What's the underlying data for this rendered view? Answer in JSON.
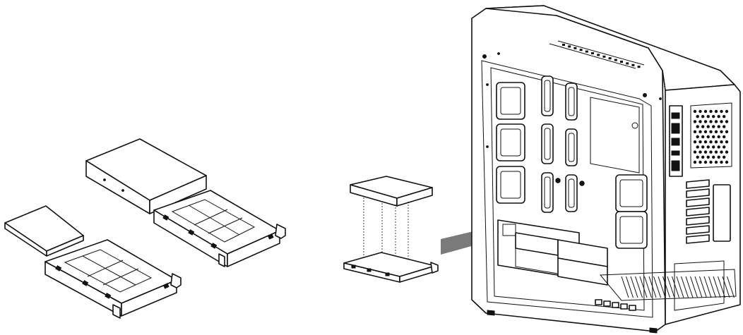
{
  "figure": {
    "panels": [
      "drives-and-trays",
      "drive-mounting",
      "case-installation"
    ],
    "arrow_color": "#7a7a7a",
    "line_color": "#111111"
  }
}
